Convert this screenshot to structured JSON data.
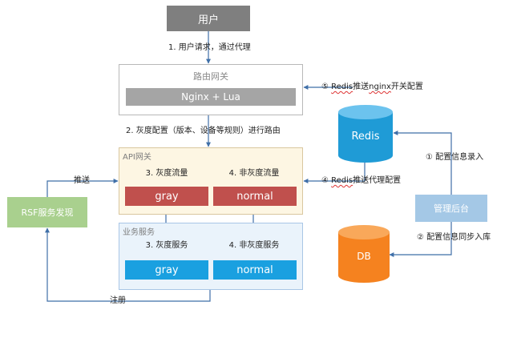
{
  "colors": {
    "user_box": "#7f7f7f",
    "router_bar": "#a5a5a5",
    "api_gateway_bg": "#fdf6e3",
    "traffic_bar": "#c0504d",
    "service_bg": "#eaf3fb",
    "service_bar": "#1aa0e0",
    "rsf_box": "#a9d08e",
    "admin_box": "#a4c8e6",
    "redis_cylinder": "#1f9bd6",
    "db_cylinder": "#f5821f",
    "arrow": "#3f6fa8"
  },
  "nodes": {
    "user": "用户",
    "router_gateway": {
      "title": "路由网关",
      "bar": "Nginx + Lua"
    },
    "api_gateway": {
      "title": "API网关",
      "gray_flow_label": "3. 灰度流量",
      "normal_flow_label": "4. 非灰度流量",
      "gray_bar": "gray",
      "normal_bar": "normal"
    },
    "business_service": {
      "title": "业务服务",
      "gray_service_label": "3. 灰度服务",
      "normal_service_label": "4. 非灰度服务",
      "gray_bar": "gray",
      "normal_bar": "normal"
    },
    "rsf": "RSF服务发现",
    "redis": "Redis",
    "db": "DB",
    "admin": "管理后台"
  },
  "edges": {
    "step1": "1. 用户请求，通过代理",
    "step2": "2. 灰度配置（版本、设备等规则）进行路由",
    "push": "推送",
    "register": "注册",
    "step5_prefix": "⑤ ",
    "step5_redis": "Redis",
    "step5_mid": "推送",
    "step5_nginx": "nginx",
    "step5_suffix": "开关配置",
    "step4_prefix": "④ ",
    "step4_redis": "Redis",
    "step4_suffix": "推送代理配置",
    "step1_circle": "① 配置信息录入",
    "step2_circle": "② 配置信息同步入库"
  }
}
